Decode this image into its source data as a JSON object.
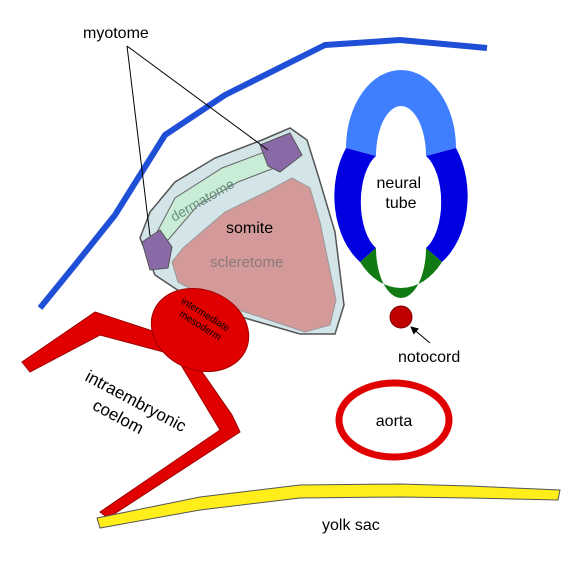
{
  "labels": {
    "myotome": "myotome",
    "dermatome": "dermatome",
    "somite": "somite",
    "scleretome": "scleretome",
    "neural_tube": [
      "neural",
      "tube"
    ],
    "intermediate_mesoderm": [
      "intermediate",
      "mesoderm"
    ],
    "notocord": "notocord",
    "intraembryonic_coelom": [
      "intraembryonic",
      "coelom"
    ],
    "aorta": "aorta",
    "yolk_sac": "yolk sac"
  },
  "colors": {
    "ectoderm": "#1f4fd6",
    "neural_tube_dark": "#0000e0",
    "neural_tube_light": "#3f7fff",
    "neural_tube_ventral": "#127a12",
    "somite_outer": "#d3e5e8",
    "dermatome": "#c8ecd6",
    "myotome": "#8a6aa6",
    "scleretome": "#d49a9a",
    "red": "#e00000",
    "notocord": "#c00000",
    "yolk_sac": "#ffee1a"
  }
}
